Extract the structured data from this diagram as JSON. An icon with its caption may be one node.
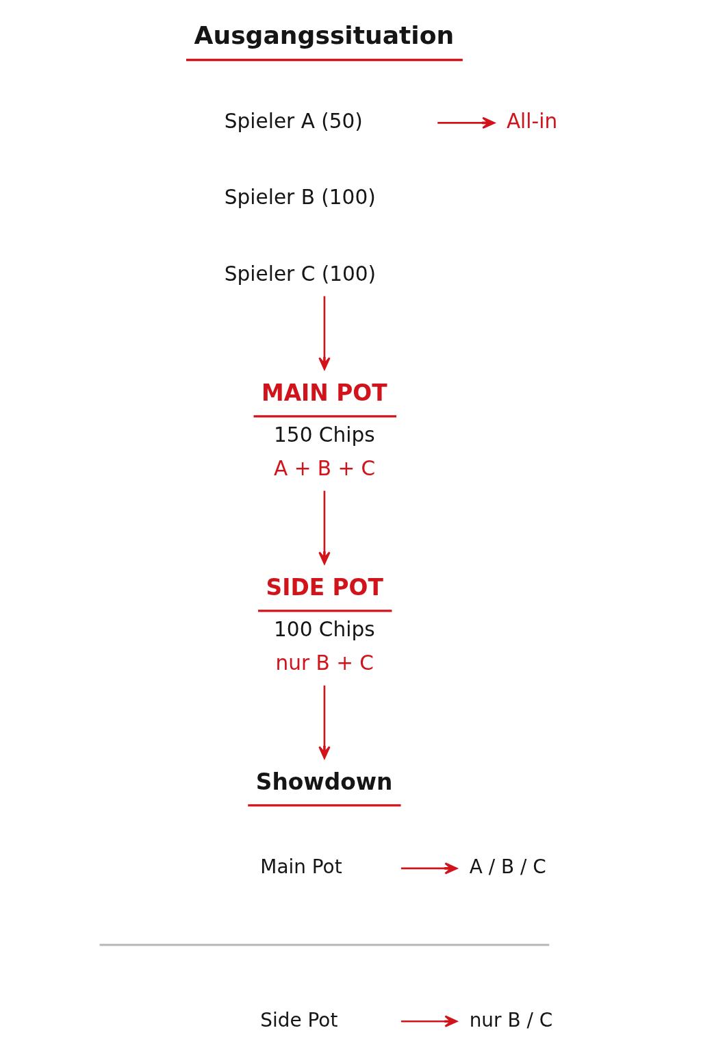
{
  "diagram": {
    "nodes": [
      {
        "text": [
          "Spieler A (50)"
        ]
      },
      {
        "text": [
          "Spieler B (100)"
        ]
      },
      {
        "text": [
          "Spieler C (100)"
        ]
      },
      {
        "text": [
          "All-in"
        ]
      },
      {
        "text": [
          "MAIN POT",
          "150 Chips",
          "A + B + C"
        ]
      },
      {
        "text": [
          "SIDE POT",
          "100 Chips",
          "nur B + C"
        ]
      },
      {
        "text": [
          "Showdown"
        ]
      },
      {
        "text": [
          "Main Pot"
        ]
      },
      {
        "text": [
          "A / B / C"
        ]
      },
      {
        "text": [
          "Side Pot"
        ]
      },
      {
        "text": [
          "nur B / C"
        ]
      }
    ],
    "edges": [
      {
        "from": 0,
        "to": 3,
        "arrow": "to"
      },
      {
        "from": 2,
        "to": 4,
        "arrow": "to"
      },
      {
        "from": 4,
        "to": 5,
        "arrow": "to"
      },
      {
        "from": 5,
        "to": 6,
        "arrow": "to"
      },
      {
        "from": 7,
        "to": 8,
        "arrow": "to"
      },
      {
        "from": 9,
        "to": 10,
        "arrow": "to"
      }
    ],
    "labels": [
      "Ausgangssituation"
    ]
  }
}
